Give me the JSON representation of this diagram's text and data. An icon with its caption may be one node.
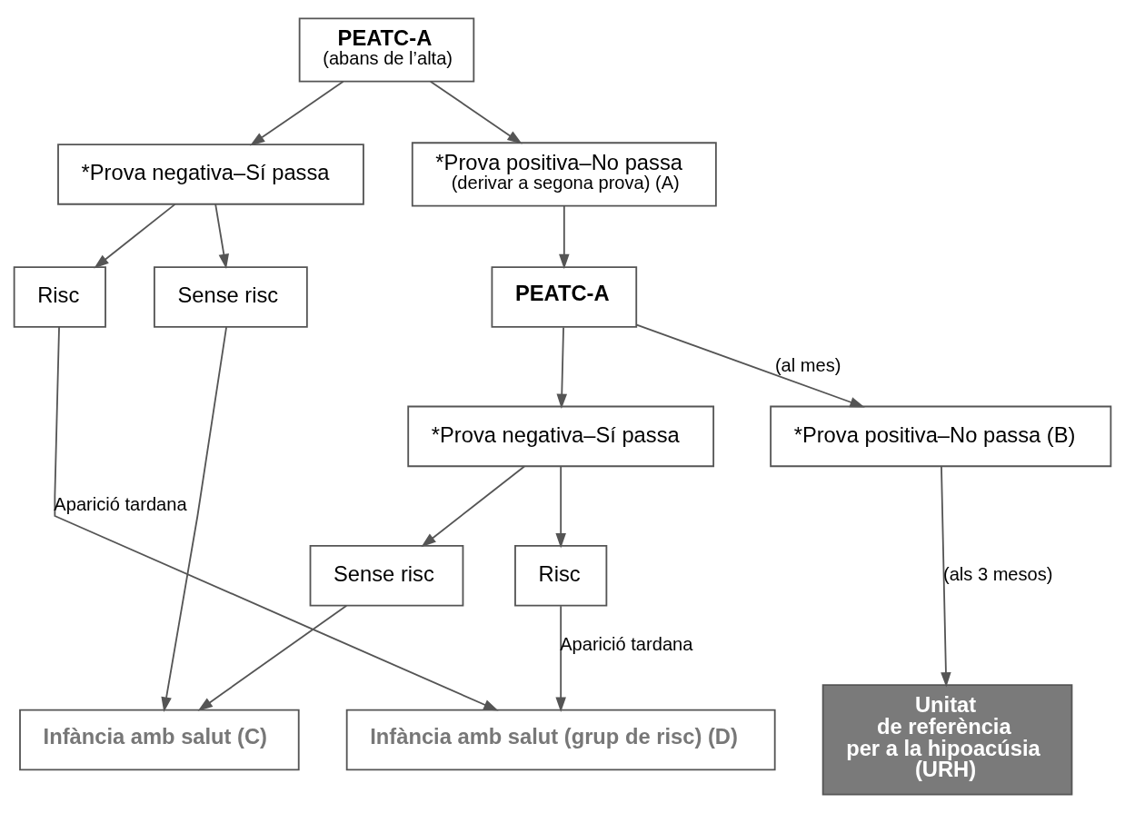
{
  "diagram": {
    "nodes": [
      {
        "text": [
          "PEATC-A",
          "(abans de l’alta)"
        ]
      },
      {
        "text": [
          "*Prova negativa–Sí passa"
        ]
      },
      {
        "text": [
          "*Prova positiva–No passa",
          "(derivar a segona prova) (A)"
        ]
      },
      {
        "text": [
          "Risc"
        ]
      },
      {
        "text": [
          "Sense risc"
        ]
      },
      {
        "text": [
          "PEATC-A"
        ]
      },
      {
        "text": [
          "*Prova negativa–Sí passa"
        ]
      },
      {
        "text": [
          "*Prova positiva–No passa (B)"
        ]
      },
      {
        "text": [
          "Sense risc"
        ]
      },
      {
        "text": [
          "Risc"
        ]
      },
      {
        "text": [
          "Infància amb salut (C)"
        ]
      },
      {
        "text": [
          "Unitat de referència per a la hipoacúsia (URH)"
        ]
      },
      {
        "text": [
          "Infància amb salut (grup de risc) (D)"
        ]
      }
    ],
    "edges": [
      {
        "from": 0,
        "to": 1,
        "arrow": "to"
      },
      {
        "from": 0,
        "to": 2,
        "arrow": "to"
      },
      {
        "from": 1,
        "to": 3,
        "arrow": "to"
      },
      {
        "from": 1,
        "to": 4,
        "arrow": "to"
      },
      {
        "from": 2,
        "to": 5,
        "arrow": "to"
      },
      {
        "from": 5,
        "to": 6,
        "arrow": "to"
      },
      {
        "from": 5,
        "to": 7,
        "arrow": "to",
        "label": "(al mes)"
      },
      {
        "from": 6,
        "to": 8,
        "arrow": "to"
      },
      {
        "from": 6,
        "to": 9,
        "arrow": "to"
      },
      {
        "from": 7,
        "to": 11,
        "arrow": "to",
        "label": "(als 3 mesos)"
      },
      {
        "from": 3,
        "to": 12,
        "arrow": "to",
        "label": "Aparició tardana"
      },
      {
        "from": 4,
        "to": 10,
        "arrow": "to"
      },
      {
        "from": 8,
        "to": 10,
        "arrow": "to"
      },
      {
        "from": 9,
        "to": 12,
        "arrow": "to",
        "label": "Aparició tardana"
      }
    ]
  }
}
